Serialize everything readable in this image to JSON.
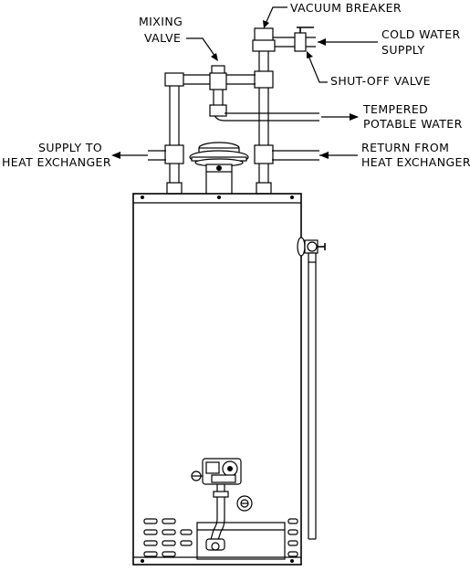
{
  "labels": {
    "vacuum_breaker": "VACUUM BREAKER",
    "mixing_valve_1": "MIXING",
    "mixing_valve_2": "VALVE",
    "cold_water_1": "COLD WATER",
    "cold_water_2": "SUPPLY",
    "shutoff_valve": "SHUT-OFF VALVE",
    "tempered_1": "TEMPERED",
    "tempered_2": "POTABLE WATER",
    "supply_to_1": "SUPPLY TO",
    "supply_to_2": "HEAT EXCHANGER",
    "return_from_1": "RETURN FROM",
    "return_from_2": "HEAT EXCHANGER"
  }
}
